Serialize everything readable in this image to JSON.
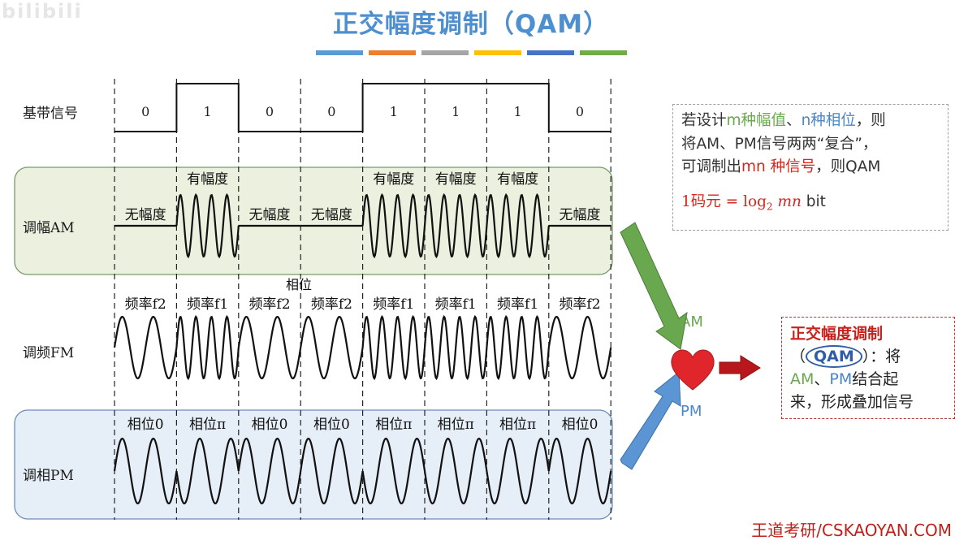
{
  "watermark": "bilibili",
  "title": "正交幅度调制（QAM）",
  "title_bar_colors": [
    "#5b9bd5",
    "#ed7d31",
    "#a5a5a5",
    "#ffc000",
    "#4472c4",
    "#70ad47"
  ],
  "rows": {
    "baseband": "基带信号",
    "am": "调幅AM",
    "fm": "调频FM",
    "pm": "调相PM"
  },
  "bits": [
    "0",
    "1",
    "0",
    "0",
    "1",
    "1",
    "1",
    "0"
  ],
  "am_labels": [
    "无幅度",
    "有幅度",
    "无幅度",
    "无幅度",
    "有幅度",
    "有幅度",
    "有幅度",
    "无幅度"
  ],
  "fm_labels": [
    "频率f2",
    "频率f1",
    "频率f2",
    "频率f2",
    "频率f1",
    "频率f1",
    "频率f1",
    "频率f2"
  ],
  "fm_extra_label": "相位",
  "pm_labels": [
    "相位0",
    "相位π",
    "相位0",
    "相位0",
    "相位π",
    "相位π",
    "相位π",
    "相位0"
  ],
  "arrows": {
    "am_label": "AM",
    "pm_label": "PM",
    "heart": "❤️"
  },
  "info_box": {
    "line1_a": "若设计",
    "line1_b": "m种幅值",
    "line1_c": "、",
    "line1_d": "n种相位",
    "line1_e": "，则",
    "line2": "将AM、PM信号两两“复合”，",
    "line3_a": "可调制出",
    "line3_b": "mn 种信号",
    "line3_c": "，则QAM",
    "formula_a": "1码元 = log",
    "formula_sub": "2",
    "formula_b": " mn",
    "formula_c": " bit"
  },
  "qam_box": {
    "title": "正交幅度调制",
    "paren_open": "（",
    "qam": "QAM",
    "paren_close": "）：将",
    "line3_a": "AM",
    "line3_b": "、",
    "line3_c": "PM",
    "line3_d": "结合起",
    "line4": "来，形成叠加信号"
  },
  "footer": "王道考研/CSKAOYAN.COM"
}
